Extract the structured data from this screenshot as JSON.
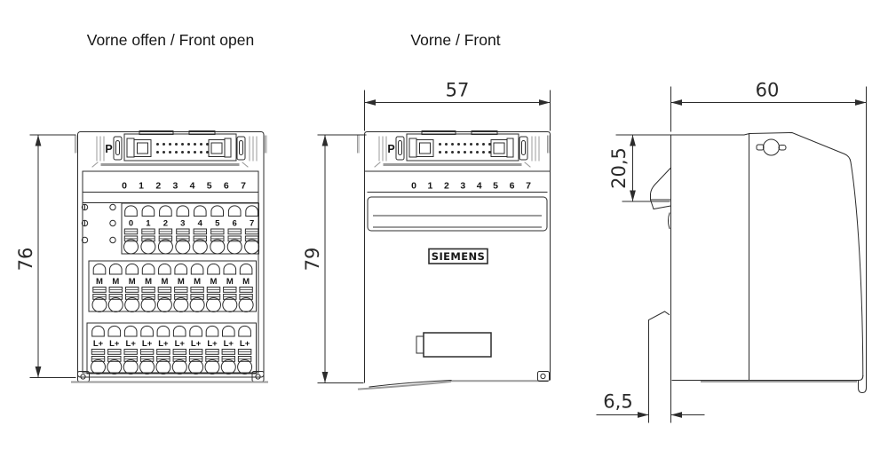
{
  "titles": {
    "front_open": "Vorne offen / Front open",
    "front": "Vorne / Front"
  },
  "dimensions": {
    "front_open_height": "76",
    "front_width": "57",
    "front_height": "79",
    "side_width": "60",
    "side_top_offset": "20,5",
    "side_bottom_depth": "6,5"
  },
  "front_open": {
    "connector_label": "P",
    "channel_numbers": [
      "0",
      "1",
      "2",
      "3",
      "4",
      "5",
      "6",
      "7"
    ],
    "terminal_groups": [
      {
        "name": "signal-terminals",
        "labels": [
          "0",
          "1",
          "2",
          "3",
          "4",
          "5",
          "6",
          "7"
        ]
      },
      {
        "name": "ground-terminals",
        "labels": [
          "M",
          "M",
          "M",
          "M",
          "M",
          "M",
          "M",
          "M",
          "M",
          "M"
        ]
      },
      {
        "name": "power-terminals",
        "labels": [
          "L+",
          "L+",
          "L+",
          "L+",
          "L+",
          "L+",
          "L+",
          "L+",
          "L+",
          "L+"
        ]
      }
    ]
  },
  "front": {
    "connector_label": "P",
    "channel_numbers": [
      "0",
      "1",
      "2",
      "3",
      "4",
      "5",
      "6",
      "7"
    ],
    "brand": "SIEMENS"
  }
}
